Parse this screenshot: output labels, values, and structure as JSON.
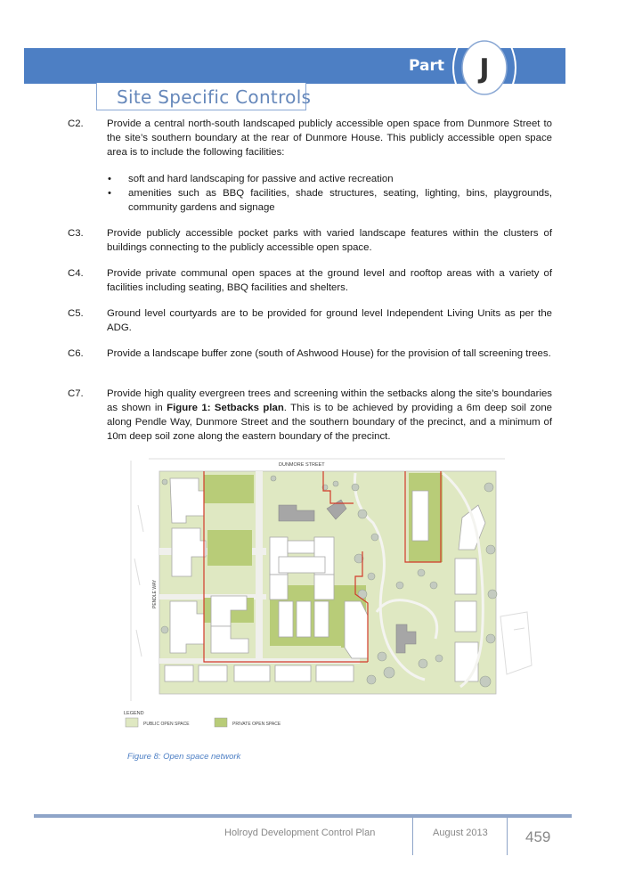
{
  "header": {
    "part_label": "Part",
    "part_letter": "J",
    "section_title": "Site Specific Controls",
    "colors": {
      "banner": "#4d7fc4",
      "title": "#6688bb"
    }
  },
  "clauses": [
    {
      "num": "C2.",
      "text": "Provide a central north-south landscaped publicly accessible open space from Dunmore Street to the site’s southern boundary at the rear of Dunmore House. This publicly accessible open space area is to include the following facilities:"
    },
    {
      "num": "C3.",
      "text": "Provide publicly accessible pocket parks with varied landscape features within the clusters of buildings connecting to the publicly accessible open space."
    },
    {
      "num": "C4.",
      "text": "Provide private communal open spaces at the ground level and rooftop areas with a variety of facilities including seating, BBQ facilities and shelters."
    },
    {
      "num": "C5.",
      "text": "Ground level courtyards are to be provided for ground level Independent Living Units as per the ADG."
    },
    {
      "num": "C6.",
      "text": "Provide a landscape buffer zone (south of Ashwood House) for the provision of tall screening trees."
    },
    {
      "num": "C7.",
      "text_before": "Provide high quality evergreen trees and screening within the setbacks along the site’s boundaries as shown in ",
      "text_bold": "Figure 1: Setbacks plan",
      "text_after": ". This is to be achieved by providing a 6m deep soil zone along Pendle Way, Dunmore Street and the southern boundary of the precinct, and a minimum of 10m deep soil zone along the eastern boundary of the precinct."
    }
  ],
  "bullets": [
    "soft and hard landscaping for passive and active recreation",
    "amenities such as BBQ facilities, shade structures, seating, lighting, bins, playgrounds, community gardens and signage"
  ],
  "figure": {
    "street_top": "DUNMORE STREET",
    "street_left": "PENDLE WAY",
    "legend_title": "LEGEND",
    "legend_public": "PUBLIC OPEN SPACE",
    "legend_private": "PRIVATE OPEN SPACE",
    "caption": "Figure 8: Open space network",
    "colors": {
      "public": "#dfe8c2",
      "private": "#b8cc78",
      "boundary": "#d23a2a",
      "building": "#ffffff",
      "tree": "#c4cbc0"
    }
  },
  "footer": {
    "plan_name": "Holroyd Development Control Plan",
    "date": "August 2013",
    "page": "459"
  }
}
